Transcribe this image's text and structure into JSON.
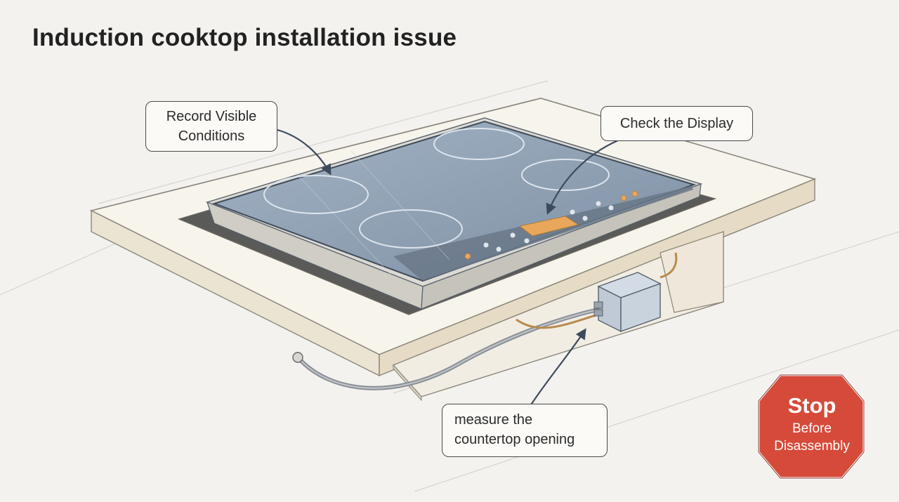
{
  "title": "Induction cooktop installation issue",
  "callouts": {
    "record": {
      "line1": "Record Visible",
      "line2": "Conditions"
    },
    "display": {
      "text": "Check the Display"
    },
    "measure": {
      "line1": "measure the",
      "line2": "countertop opening"
    }
  },
  "stop_sign": {
    "word": "Stop",
    "line1": "Before",
    "line2": "Disassembly",
    "color": "#d64a3a"
  },
  "colors": {
    "background": "#f3f2ee",
    "glass": "#8e9fb2",
    "display_panel": "#e8a75a",
    "callout_border": "#4a4a4a"
  }
}
